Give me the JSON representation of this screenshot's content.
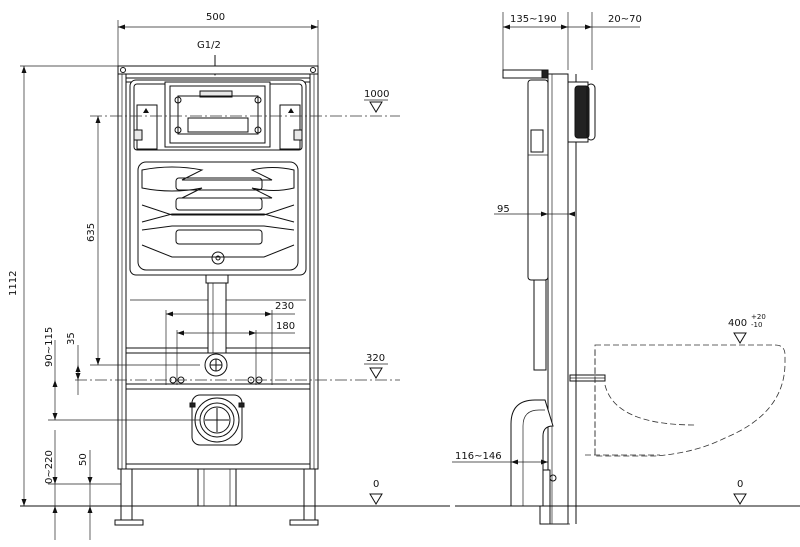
{
  "front_view": {
    "width_label": "500",
    "supply_label": "G1/2",
    "total_height_label": "1112",
    "valve_height_label": "635",
    "range_label_1": "90~115",
    "range_label_2": "35",
    "range_label_3": "0~220",
    "foot_label": "50",
    "spacing_outer_label": "230",
    "spacing_inner_label": "180",
    "level_top": "1000",
    "level_mid": "320",
    "level_floor": "0"
  },
  "side_view": {
    "depth_label": "135~190",
    "panel_label": "20~70",
    "frame_depth_label": "95",
    "outlet_label": "116~146",
    "floor_level": "0",
    "bowl_height_main": "400",
    "bowl_height_sup": "+20",
    "bowl_height_sub": "-10"
  }
}
